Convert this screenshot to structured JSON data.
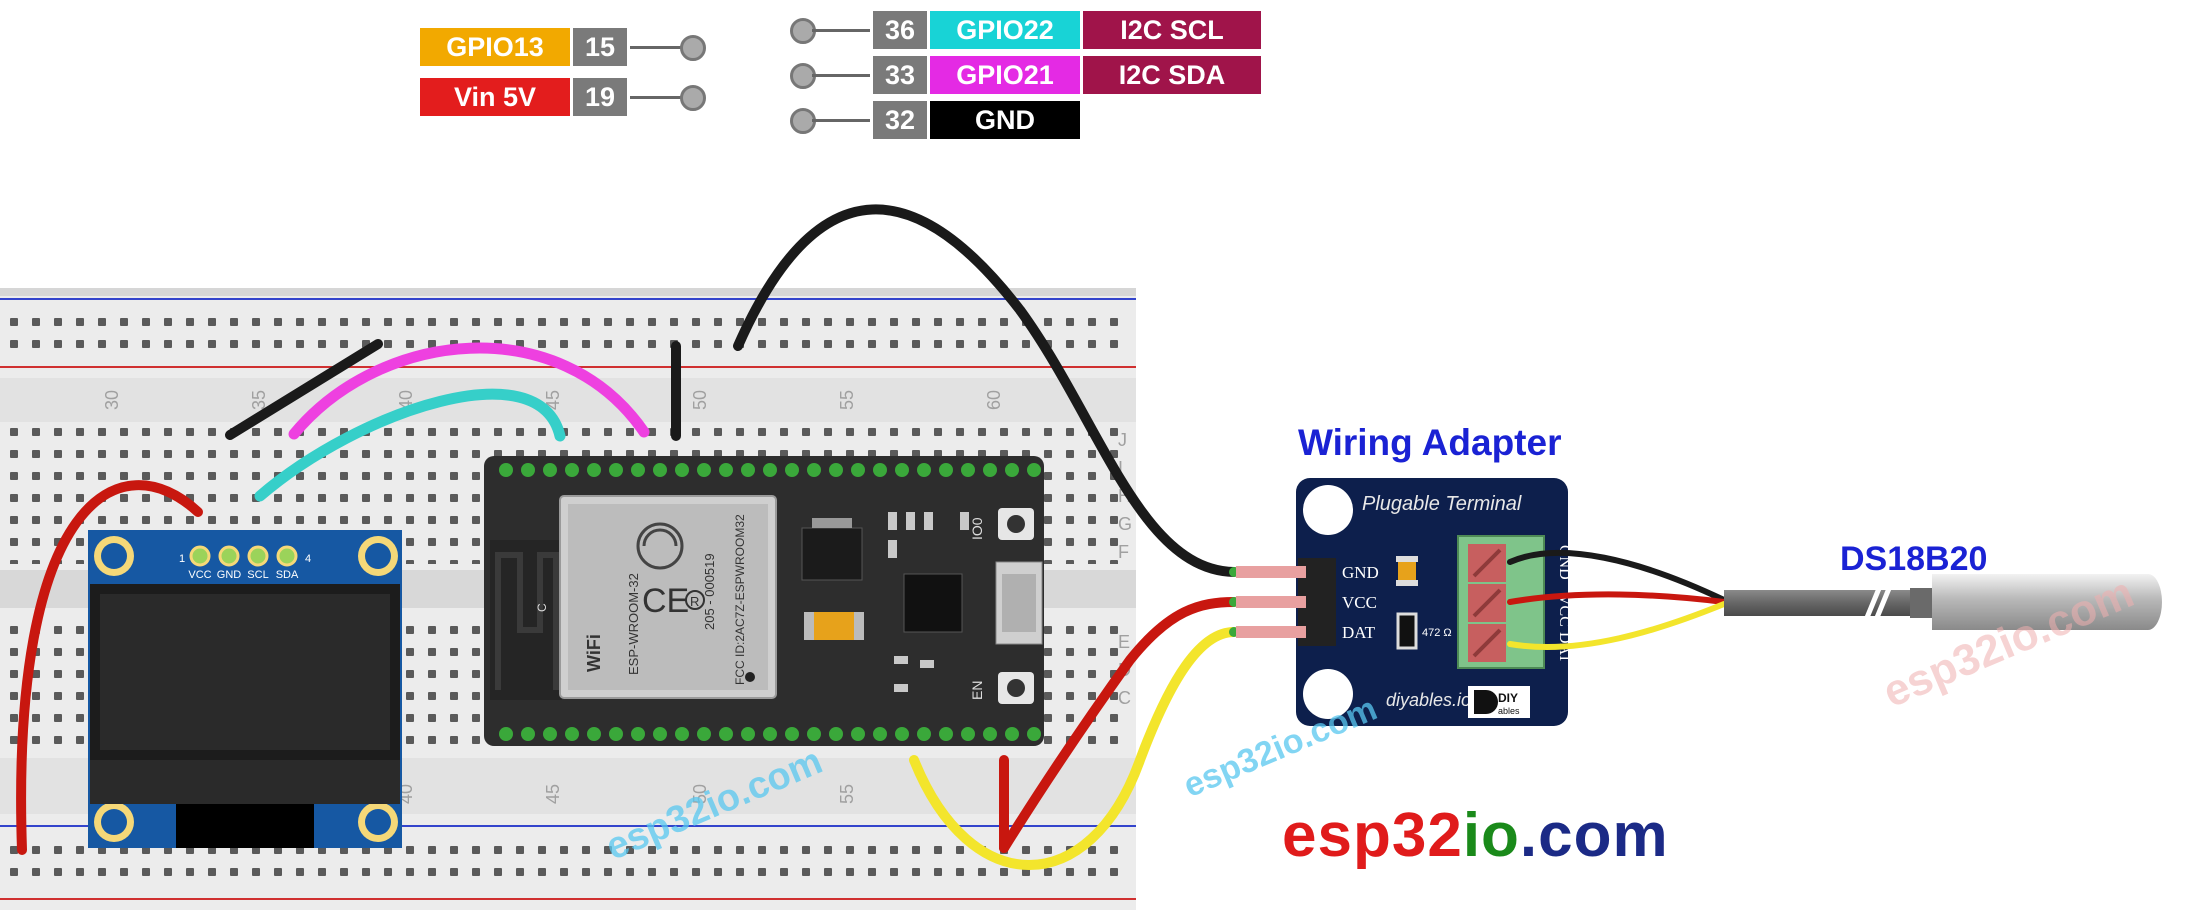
{
  "pin_table_left": [
    {
      "label": "GPIO13",
      "label_bg": "#f2a900",
      "pin": "15"
    },
    {
      "label": "Vin 5V",
      "label_bg": "#e31d1d",
      "pin": "19"
    }
  ],
  "pin_table_right": [
    {
      "pin": "36",
      "label": "GPIO22",
      "label_bg": "#18d3d6",
      "func": "I2C SCL",
      "func_bg": "#a0144a"
    },
    {
      "pin": "33",
      "label": "GPIO21",
      "label_bg": "#e42ae4",
      "func": "I2C SDA",
      "func_bg": "#a0144a"
    },
    {
      "pin": "32",
      "label": "GND",
      "label_bg": "#000000",
      "func": "",
      "func_bg": ""
    }
  ],
  "oled": {
    "pin_labels": [
      "VCC",
      "GND",
      "SCL",
      "SDA"
    ],
    "pin_index_first": "1",
    "pin_index_last": "4"
  },
  "breadboard": {
    "column_numbers_top": [
      "30",
      "35",
      "40",
      "45",
      "50",
      "55",
      "60"
    ],
    "column_numbers_bottom": [
      "40",
      "45",
      "50",
      "55"
    ],
    "row_letters": [
      "J",
      "I",
      "H",
      "G",
      "F",
      "E",
      "D",
      "C"
    ]
  },
  "esp32": {
    "module_text": "ESP-WROOM-32",
    "ids": [
      "205 - 000519",
      "FCC ID:2AC7Z-ESPWROOM32"
    ],
    "ce_mark": "CE",
    "r_mark": "R",
    "wifi_mark": "WiFi",
    "c_mark": "C",
    "button_labels": [
      "IO0",
      "EN"
    ]
  },
  "adapter": {
    "title": "Wiring Adapter",
    "header": "Plugable Terminal",
    "pins": [
      "GND",
      "VCC",
      "DAT"
    ],
    "resistor_label": "472 Ω",
    "footer": "diyables.io",
    "logo_text": [
      "DIY",
      "ables"
    ],
    "terminal_labels": [
      "GND",
      "VCC",
      "DAT"
    ]
  },
  "sensor": {
    "title": "DS18B20"
  },
  "brand": {
    "part1": "esp32",
    "part2": "io",
    "part3": ".com"
  },
  "watermark": "esp32io.com",
  "colors": {
    "wire_red": "#c8170f",
    "wire_black": "#1a1a1a",
    "wire_yellow": "#f3e52c",
    "wire_magenta": "#ee40e0",
    "wire_cyan": "#36cfc9",
    "accent_blue": "#1a22d4",
    "board_dark": "#2d2d2d",
    "adapter_navy": "#0d1f4c",
    "oled_blue": "#1658a3"
  }
}
